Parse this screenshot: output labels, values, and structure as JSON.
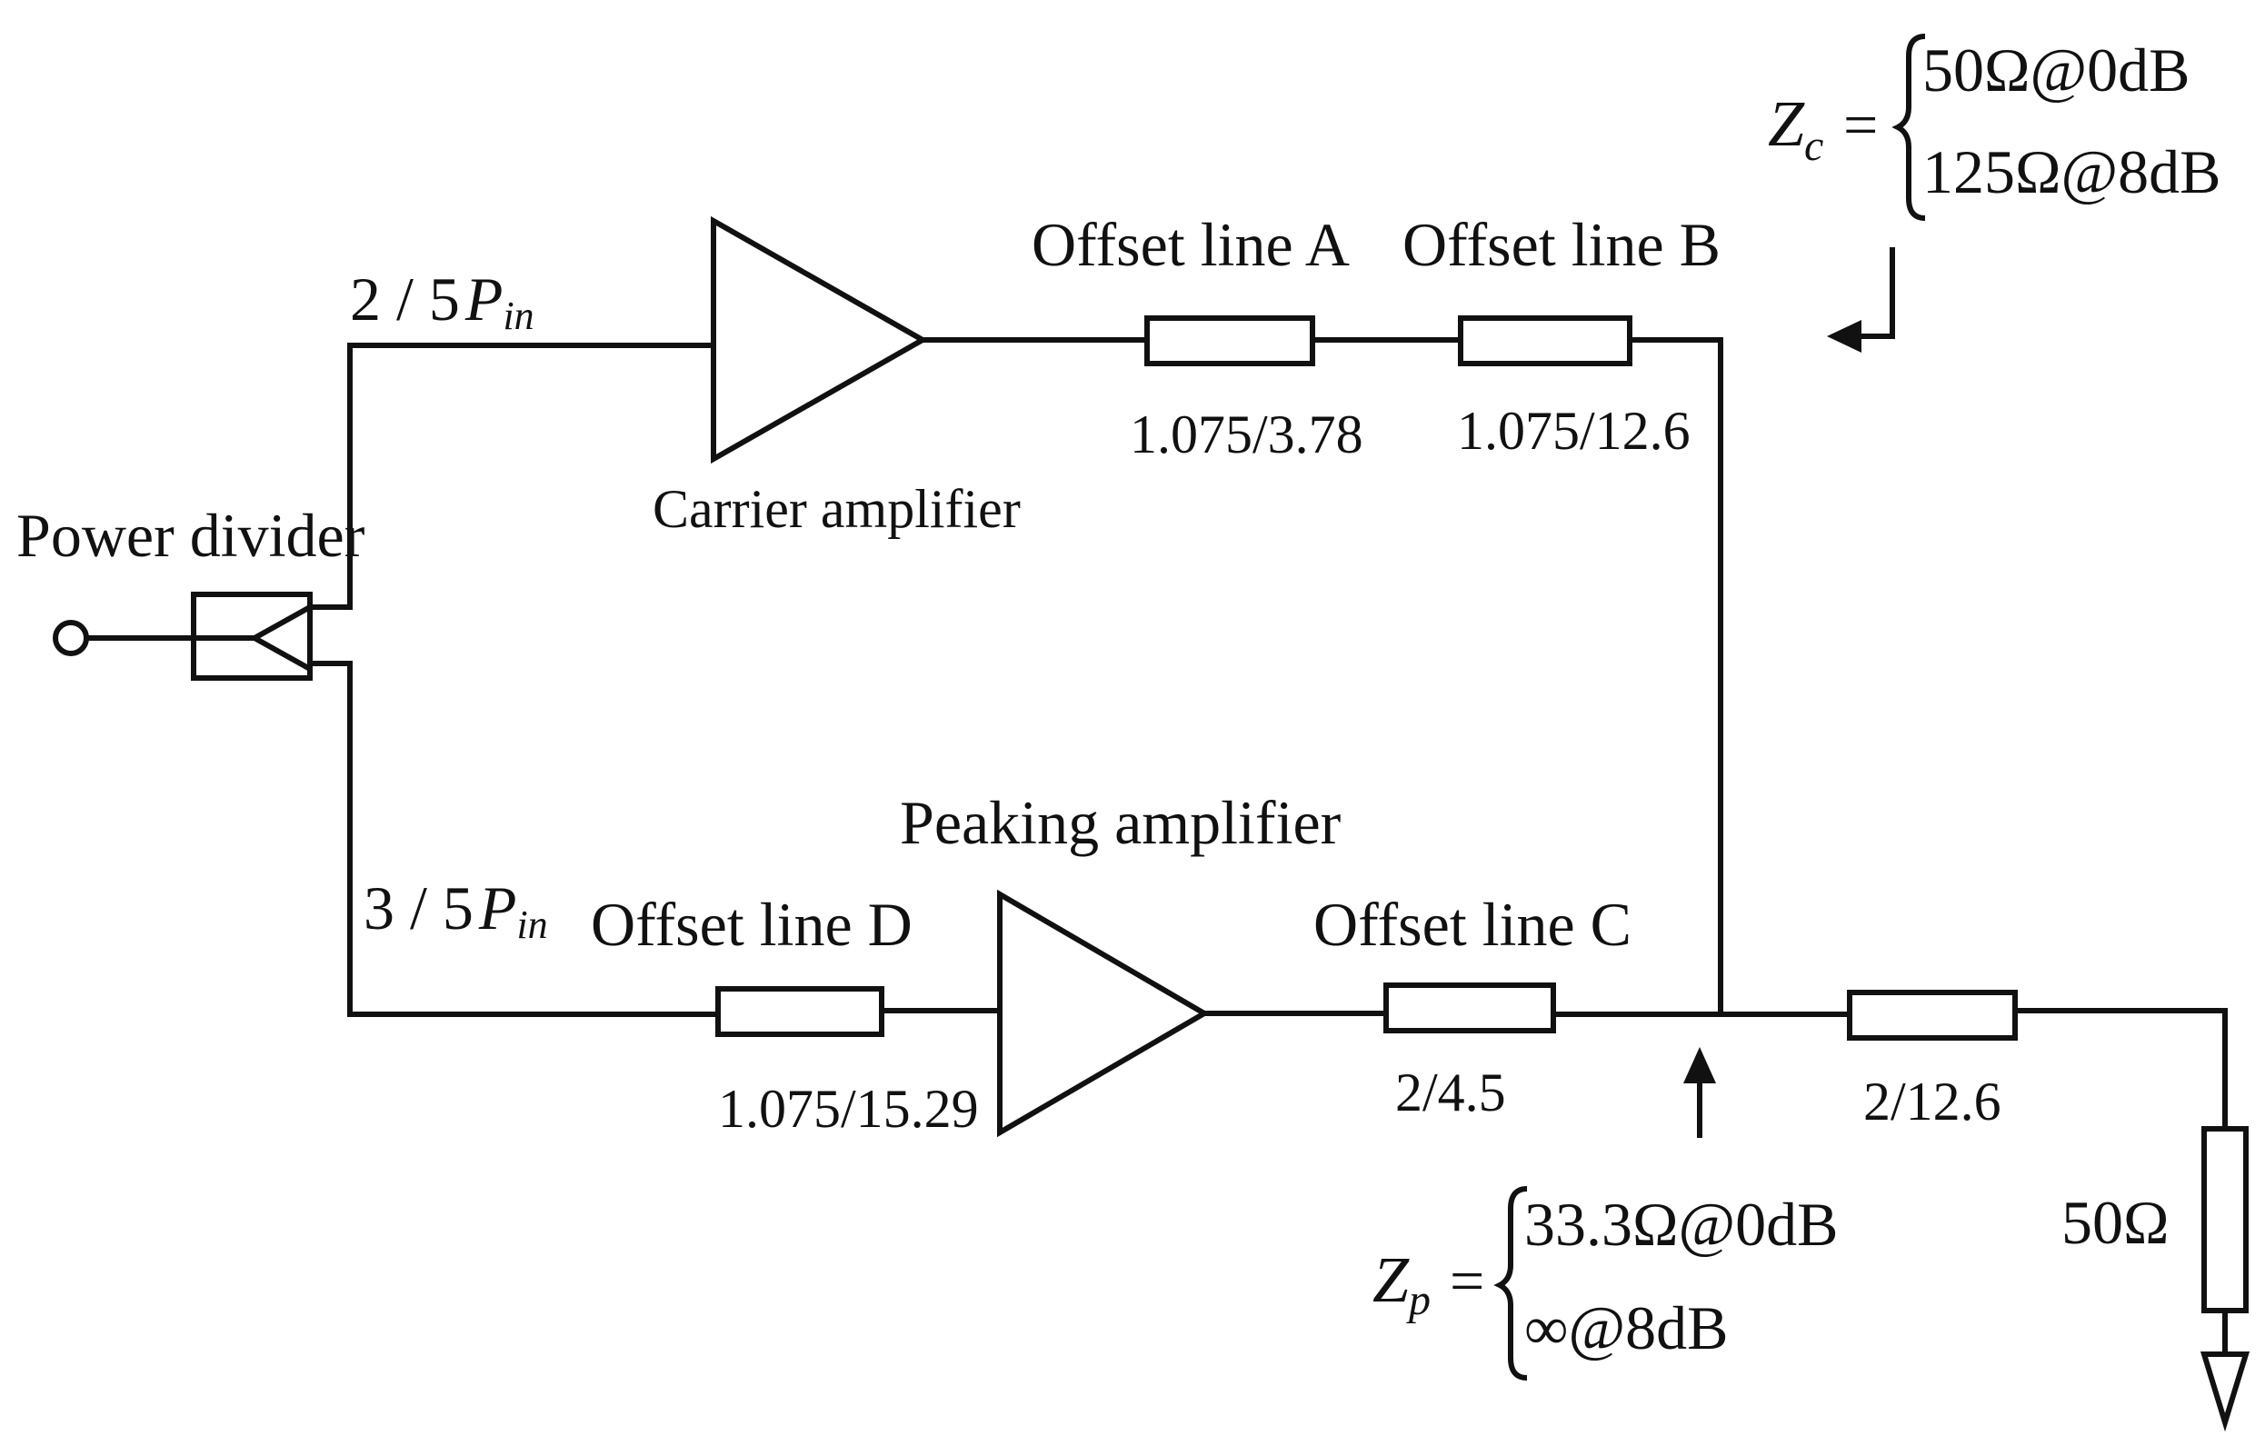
{
  "power_divider": {
    "label": "Power divider"
  },
  "carrier": {
    "label": "Carrier amplifier",
    "input_frac": "2 / 5",
    "input_symbol": "P",
    "input_sub": "in"
  },
  "peaking": {
    "label": "Peaking amplifier",
    "input_frac": "3 / 5",
    "input_symbol": "P",
    "input_sub": "in"
  },
  "offset_lines": {
    "a": {
      "label": "Offset line A",
      "value": "1.075/3.78"
    },
    "b": {
      "label": "Offset line B",
      "value": "1.075/12.6"
    },
    "c": {
      "label": "Offset line C",
      "value": "2/4.5"
    },
    "d": {
      "label": "Offset line D",
      "value": "1.075/15.29"
    }
  },
  "output_line": {
    "value": "2/12.6"
  },
  "load": {
    "label": "50Ω"
  },
  "zc": {
    "symbol": "Z",
    "sub": "c",
    "eq": "=",
    "case1": "50Ω@0dB",
    "case2": "125Ω@8dB"
  },
  "zp": {
    "symbol": "Z",
    "sub": "p",
    "eq": "=",
    "case1": "33.3Ω@0dB",
    "case2": "∞@8dB"
  }
}
